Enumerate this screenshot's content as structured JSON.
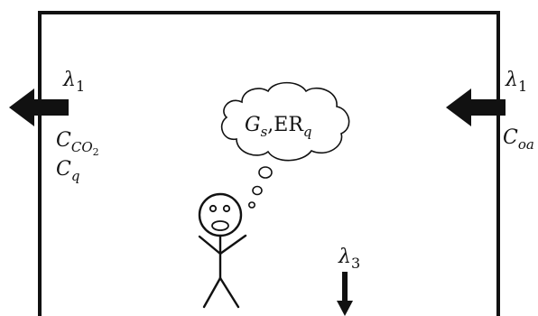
{
  "colors": {
    "background": "#ffffff",
    "stroke": "#111111",
    "arrow": "#111111"
  },
  "labels": {
    "left_lambda": {
      "symbol": "λ",
      "sub": "1"
    },
    "left_co2": {
      "base": "C",
      "sub": "CO",
      "subsub": "2"
    },
    "left_cq": {
      "base": "C",
      "sub": "q"
    },
    "right_lambda": {
      "symbol": "λ",
      "sub": "1"
    },
    "right_coa": {
      "base": "C",
      "sub": "oa"
    },
    "bottom_lambda": {
      "symbol": "λ",
      "sub": "3"
    },
    "thought": {
      "g": "G",
      "g_sub": "s",
      "sep": ",",
      "er": "ER",
      "er_sub": "q"
    }
  },
  "icons": {
    "left_arrow": "arrow-left-icon",
    "right_arrow": "arrow-left-icon",
    "down_arrow": "arrow-down-icon",
    "person": "stick-figure-icon",
    "thought_cloud": "thought-bubble-icon"
  }
}
